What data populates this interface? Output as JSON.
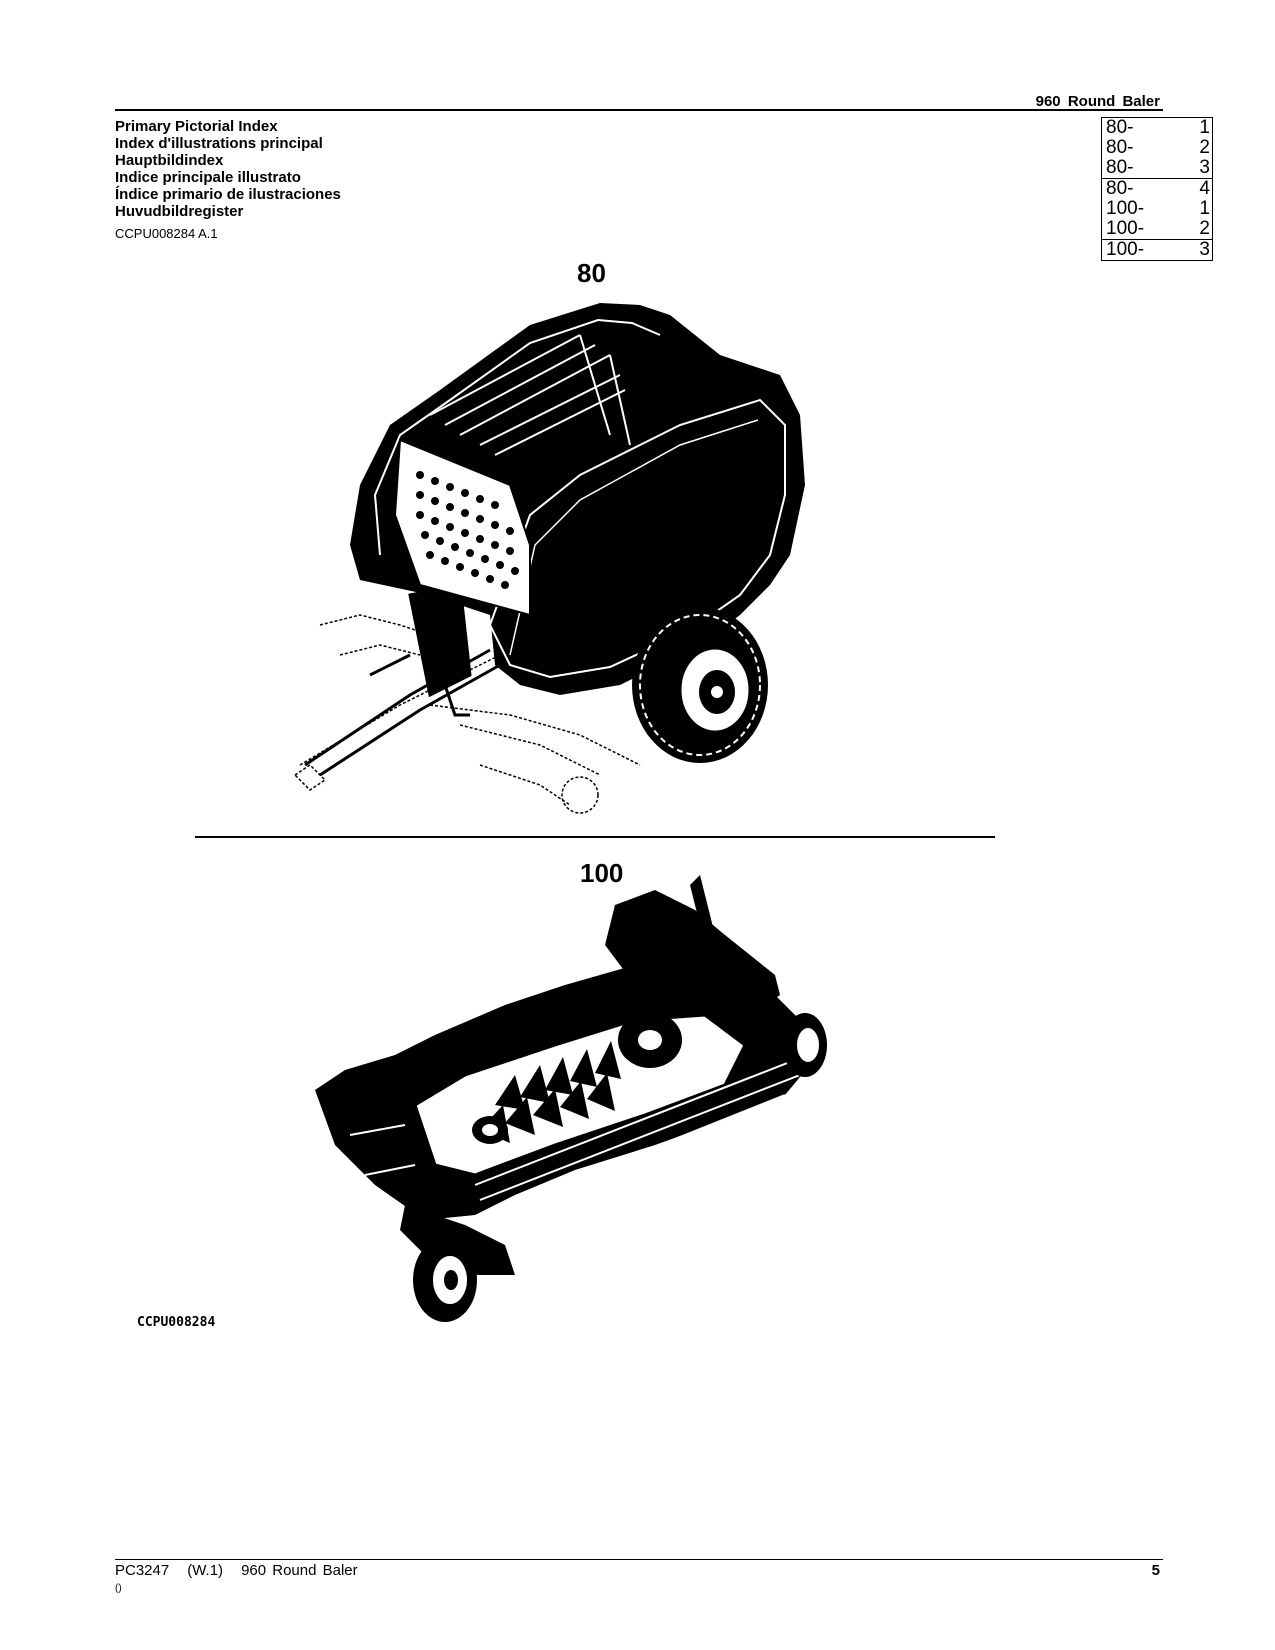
{
  "header": {
    "title": "960 Round Baler"
  },
  "titles": [
    "Primary Pictorial Index",
    "Index d'illustrations principal",
    "Hauptbildindex",
    "Indice principale illustrato",
    "Índice primario de ilustraciones",
    "Huvudbildregister"
  ],
  "code_ref": "CCPU008284 A.1",
  "index_table": [
    [
      {
        "group": "80-",
        "page": "1"
      },
      {
        "group": "80-",
        "page": "2"
      },
      {
        "group": "80-",
        "page": "3"
      }
    ],
    [
      {
        "group": "80-",
        "page": "4"
      },
      {
        "group": "100-",
        "page": "1"
      },
      {
        "group": "100-",
        "page": "2"
      }
    ],
    [
      {
        "group": "100-",
        "page": "3"
      }
    ]
  ],
  "figures": {
    "top_label": "80",
    "bottom_label": "100"
  },
  "image_code": "CCPU008284",
  "footer": {
    "doc": "PC3247",
    "rev": "(W.1)",
    "title": "960 Round Baler",
    "sub": "()",
    "page": "5"
  }
}
